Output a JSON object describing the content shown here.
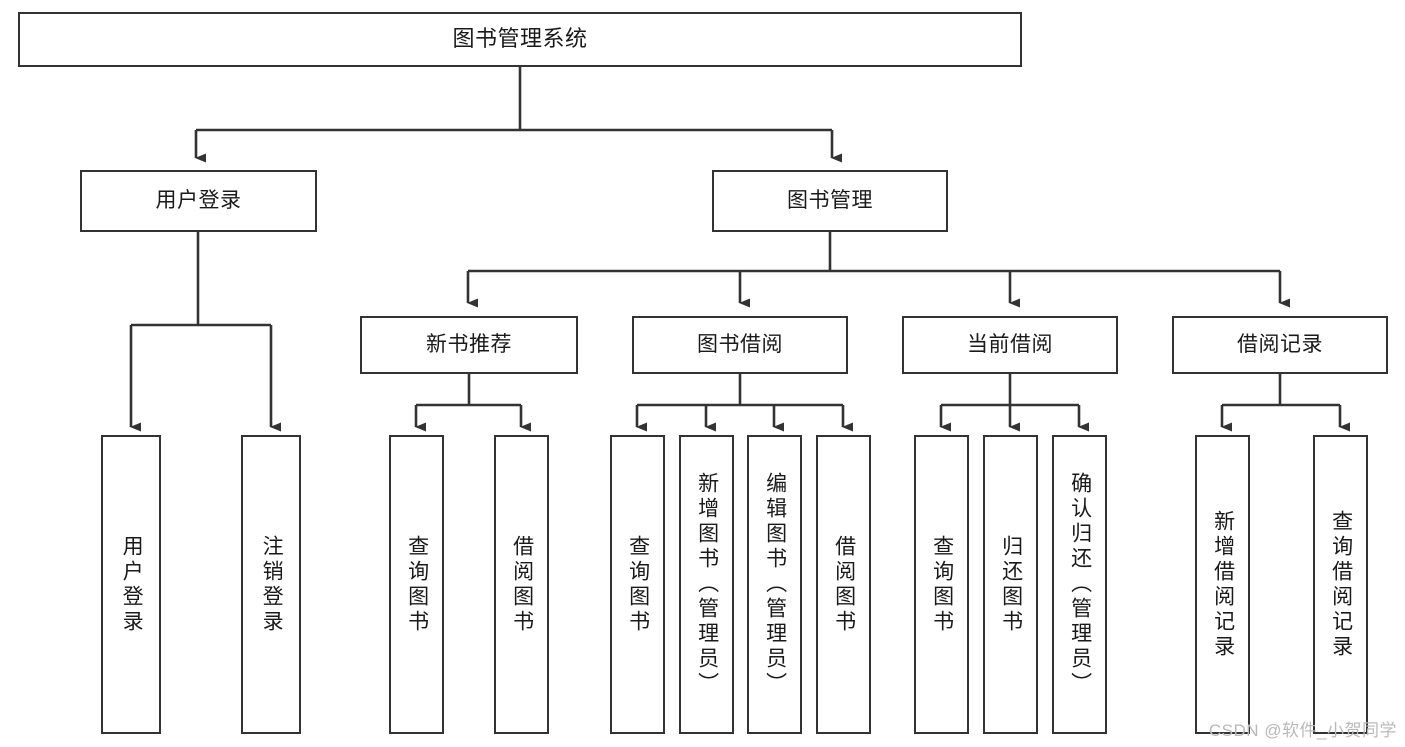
{
  "diagram": {
    "title": "图书管理系统",
    "type": "tree",
    "colors": {
      "box_border": "#333333",
      "box_fill": "#ffffff",
      "edge": "#333333",
      "text": "#1a1a1a",
      "watermark": "#b9b9b9",
      "background": "#ffffff"
    },
    "watermark": "CSDN @软件_小贺同学",
    "nodes": {
      "root": {
        "label": "图书管理系统"
      },
      "level2": [
        {
          "label": "用户登录"
        },
        {
          "label": "图书管理"
        }
      ],
      "level3": [
        {
          "label": "新书推荐"
        },
        {
          "label": "图书借阅"
        },
        {
          "label": "当前借阅"
        },
        {
          "label": "借阅记录"
        }
      ],
      "leaves_user_login": [
        {
          "label": "用户登录"
        },
        {
          "label": "注销登录"
        }
      ],
      "leaves_new_book": [
        {
          "label": "查询图书"
        },
        {
          "label": "借阅图书"
        }
      ],
      "leaves_borrow": [
        {
          "label": "查询图书"
        },
        {
          "label": "新增图书（管理员）"
        },
        {
          "label": "编辑图书（管理员）"
        },
        {
          "label": "借阅图书"
        }
      ],
      "leaves_current": [
        {
          "label": "查询图书"
        },
        {
          "label": "归还图书"
        },
        {
          "label": "确认归还（管理员）"
        }
      ],
      "leaves_records": [
        {
          "label": "新增借阅记录"
        },
        {
          "label": "查询借阅记录"
        }
      ]
    }
  }
}
